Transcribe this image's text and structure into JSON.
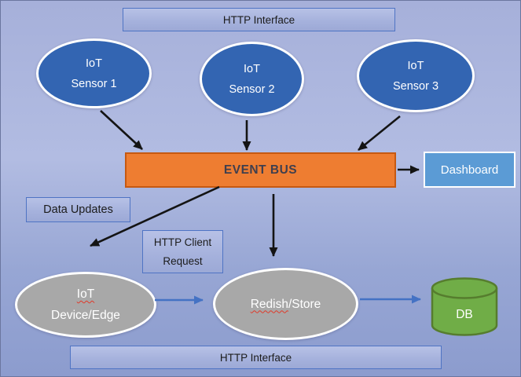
{
  "colors": {
    "background_top": "#a6b0da",
    "background_bottom": "#8c9cce",
    "interface_box_fill": "#a9b4dd",
    "interface_box_border": "#4f74c4",
    "sensor_ellipse_fill": "#3365b2",
    "event_bus_fill": "#ee7d31",
    "event_bus_border": "#c65911",
    "dashboard_fill": "#5b9bd5",
    "gray_ellipse_fill": "#a8a8a8",
    "db_cylinder_fill": "#70ad47",
    "db_cylinder_border": "#567d2e",
    "arrow_black": "#141414",
    "arrow_blue": "#4472c4",
    "spellcheck_squiggle": "#e03a2a"
  },
  "nodes": {
    "http_interface_top": {
      "label": "HTTP Interface"
    },
    "sensor1": {
      "line1": "IoT",
      "line2": "Sensor 1"
    },
    "sensor2": {
      "line1": "IoT",
      "line2": "Sensor 2"
    },
    "sensor3": {
      "line1": "IoT",
      "line2": "Sensor 3"
    },
    "event_bus": {
      "label": "EVENT BUS"
    },
    "dashboard": {
      "label": "Dashboard"
    },
    "data_updates": {
      "label": "Data Updates"
    },
    "http_client_request": {
      "line1": "HTTP Client",
      "line2": "Request"
    },
    "iot_device_edge": {
      "line1": "IoT",
      "line2": "Device/Edge"
    },
    "redish_store": {
      "misspelled_word": "Redish",
      "rest": "/Store"
    },
    "db": {
      "label": "DB"
    },
    "http_interface_bottom": {
      "label": "HTTP Interface"
    }
  },
  "edges": [
    {
      "from": "sensor1",
      "to": "event_bus",
      "color": "black"
    },
    {
      "from": "sensor2",
      "to": "event_bus",
      "color": "black"
    },
    {
      "from": "sensor3",
      "to": "event_bus",
      "color": "black"
    },
    {
      "from": "event_bus",
      "to": "dashboard",
      "color": "black"
    },
    {
      "from": "event_bus",
      "to": "iot_device_edge",
      "color": "black"
    },
    {
      "from": "event_bus",
      "to": "redish_store",
      "color": "black"
    },
    {
      "from": "iot_device_edge",
      "to": "redish_store",
      "color": "blue"
    },
    {
      "from": "redish_store",
      "to": "db",
      "color": "blue"
    }
  ]
}
